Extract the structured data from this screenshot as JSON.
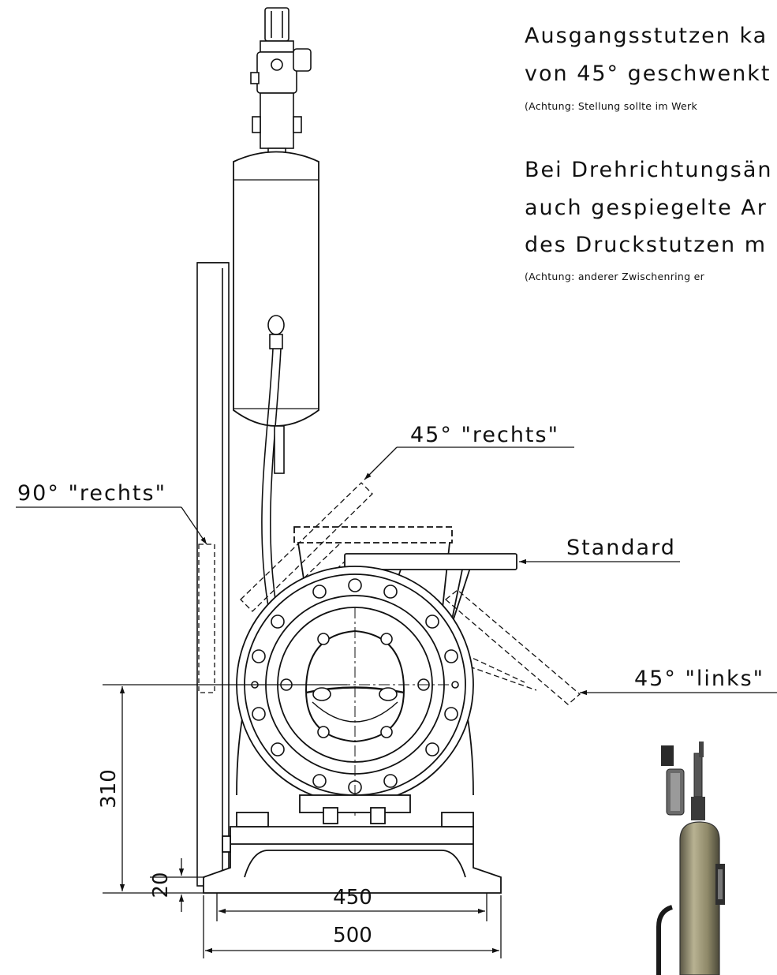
{
  "notes": {
    "swivel_line1": "Ausgangsstutzen ka",
    "swivel_line2": "von 45° geschwenkt",
    "swivel_hint": "(Achtung: Stellung sollte im Werk",
    "mirror_line1": "Bei Drehrichtungsän",
    "mirror_line2": "auch gespiegelte Ar",
    "mirror_line3": "des Druckstutzen m",
    "mirror_hint": "(Achtung: anderer Zwischenring er"
  },
  "labels": {
    "rechts_45": "45° \"rechts\"",
    "rechts_90": "90° \"rechts\"",
    "standard": "Standard",
    "links_45": "45° \"links\""
  },
  "dimensions": {
    "shaft_height": "310",
    "foot_thickness": "20",
    "hole_spacing": "450",
    "base_width": "500"
  },
  "colors": {
    "line": "#111111",
    "cylinder_body": "#9a9474",
    "cylinder_shadow": "#4a4838"
  }
}
